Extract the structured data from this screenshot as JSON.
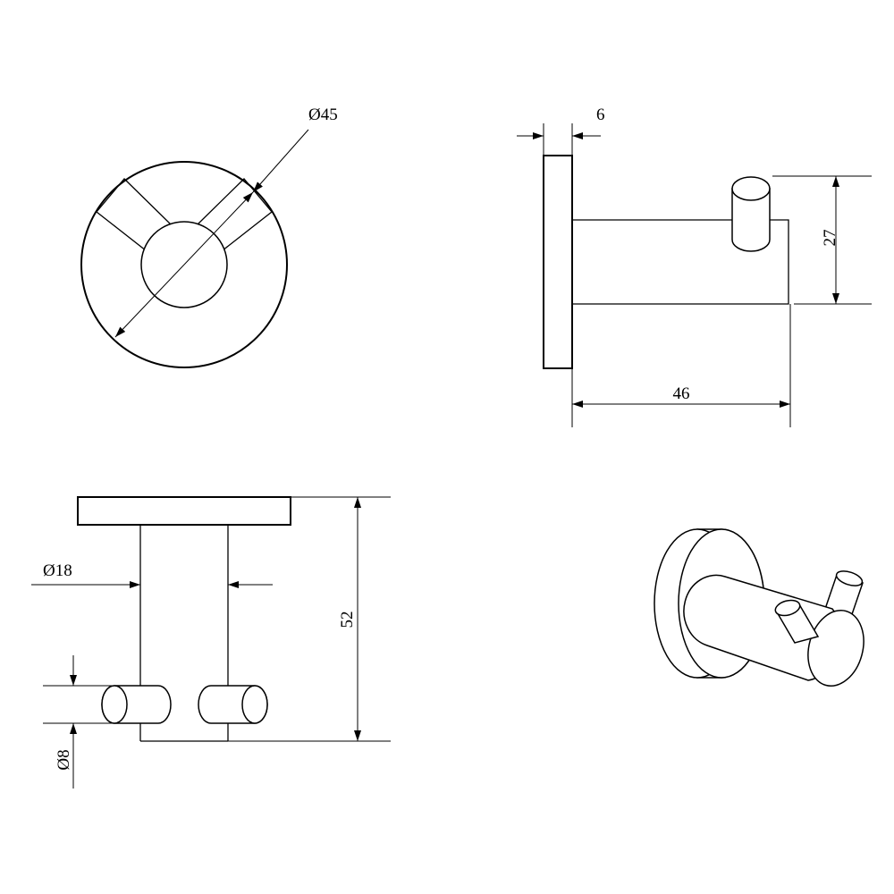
{
  "dimensions": {
    "front_diameter": "Ø45",
    "flange_thickness": "6",
    "hook_height": "27",
    "projection_length": "46",
    "body_diameter": "Ø18",
    "total_height": "52",
    "peg_diameter": "Ø8"
  }
}
